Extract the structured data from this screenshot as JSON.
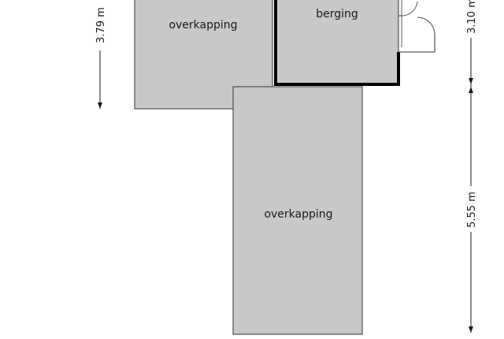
{
  "rooms": {
    "overkapping_top": "overkapping",
    "berging": "berging",
    "overkapping_bottom": "overkapping"
  },
  "dimensions": {
    "left": "3.79 m",
    "right_top": "3.10 m",
    "right_bottom": "5.55 m"
  },
  "colors": {
    "room_fill": "#c8c8c8",
    "wall": "#000000",
    "thin_line": "#333333"
  }
}
